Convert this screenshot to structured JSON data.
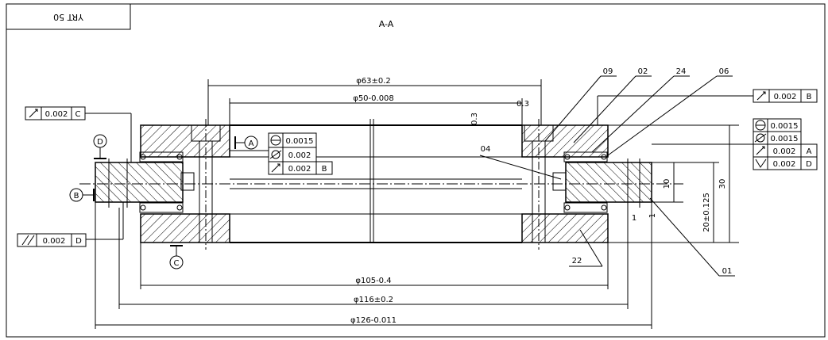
{
  "title_block": {
    "label": "YRT 50"
  },
  "section_label": "A-A",
  "dimensions": {
    "d63": "φ63±0.2",
    "d50": "φ50-0.008",
    "d105": "φ105-0.4",
    "d116": "φ116±0.2",
    "d126": "φ126-0.011",
    "h30": "30",
    "h20": "20±0.125",
    "h10": "10",
    "chamfer_03": "0.3",
    "r1": "1",
    "r1b": "1",
    "r03b": "0.3"
  },
  "part_numbers": [
    "09",
    "02",
    "24",
    "06",
    "04",
    "22",
    "01"
  ],
  "datums": [
    "A",
    "B",
    "C",
    "D"
  ],
  "tolerance_frames": {
    "left_top": {
      "value": "0.002",
      "datum": "C"
    },
    "left_bottom": {
      "value": "0.002",
      "datum": "D"
    },
    "center": [
      {
        "value": "0.0015",
        "datum": ""
      },
      {
        "value": "0.002",
        "datum": ""
      },
      {
        "value": "0.002",
        "datum": "B"
      }
    ],
    "right_top": {
      "value": "0.002",
      "datum": "B"
    },
    "right": [
      {
        "value": "0.0015",
        "datum": ""
      },
      {
        "value": "0.0015",
        "datum": ""
      },
      {
        "value": "0.002",
        "datum": "A"
      },
      {
        "value": "0.002",
        "datum": "D"
      }
    ]
  }
}
